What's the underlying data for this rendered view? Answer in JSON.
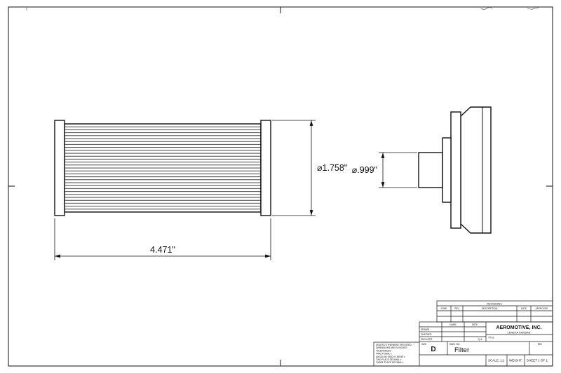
{
  "drawing": {
    "dimensions": {
      "overall_length": "4.471\"",
      "outer_diameter": "⌀1.758\"",
      "port_diameter": "⌀.999\""
    },
    "title_block": {
      "company": "AEROMOTIVE, INC.",
      "company_sub": "LENEXA KANSAS",
      "title_label": "TITLE:",
      "size_label": "SIZE",
      "size": "D",
      "dwg_no_label": "DWG. NO.",
      "dwg_title": "Filter",
      "rev_label": "REV",
      "scale": "SCALE: 1:1",
      "weight": "WEIGHT:",
      "sheet": "SHEET 1 OF 1",
      "name_header": "NAME",
      "date_header": "DATE",
      "approvals": [
        "DRAWN",
        "CHECKED",
        "ENG APPR.",
        "Q.A."
      ]
    },
    "revisions": {
      "header": "REVISIONS",
      "columns": [
        "ZONE",
        "REV",
        "DESCRIPTION",
        "DATE",
        "APPROVED"
      ]
    },
    "notes": [
      "UNLESS OTHERWISE SPECIFIED:",
      "DIMENSIONS ARE IN INCHES",
      "TOLERANCES:",
      "FRACTIONAL ±",
      "ANGULAR: MACH ±  BEND ±",
      "TWO PLACE DECIMAL    ±",
      "THREE PLACE DECIMAL  ±"
    ]
  }
}
